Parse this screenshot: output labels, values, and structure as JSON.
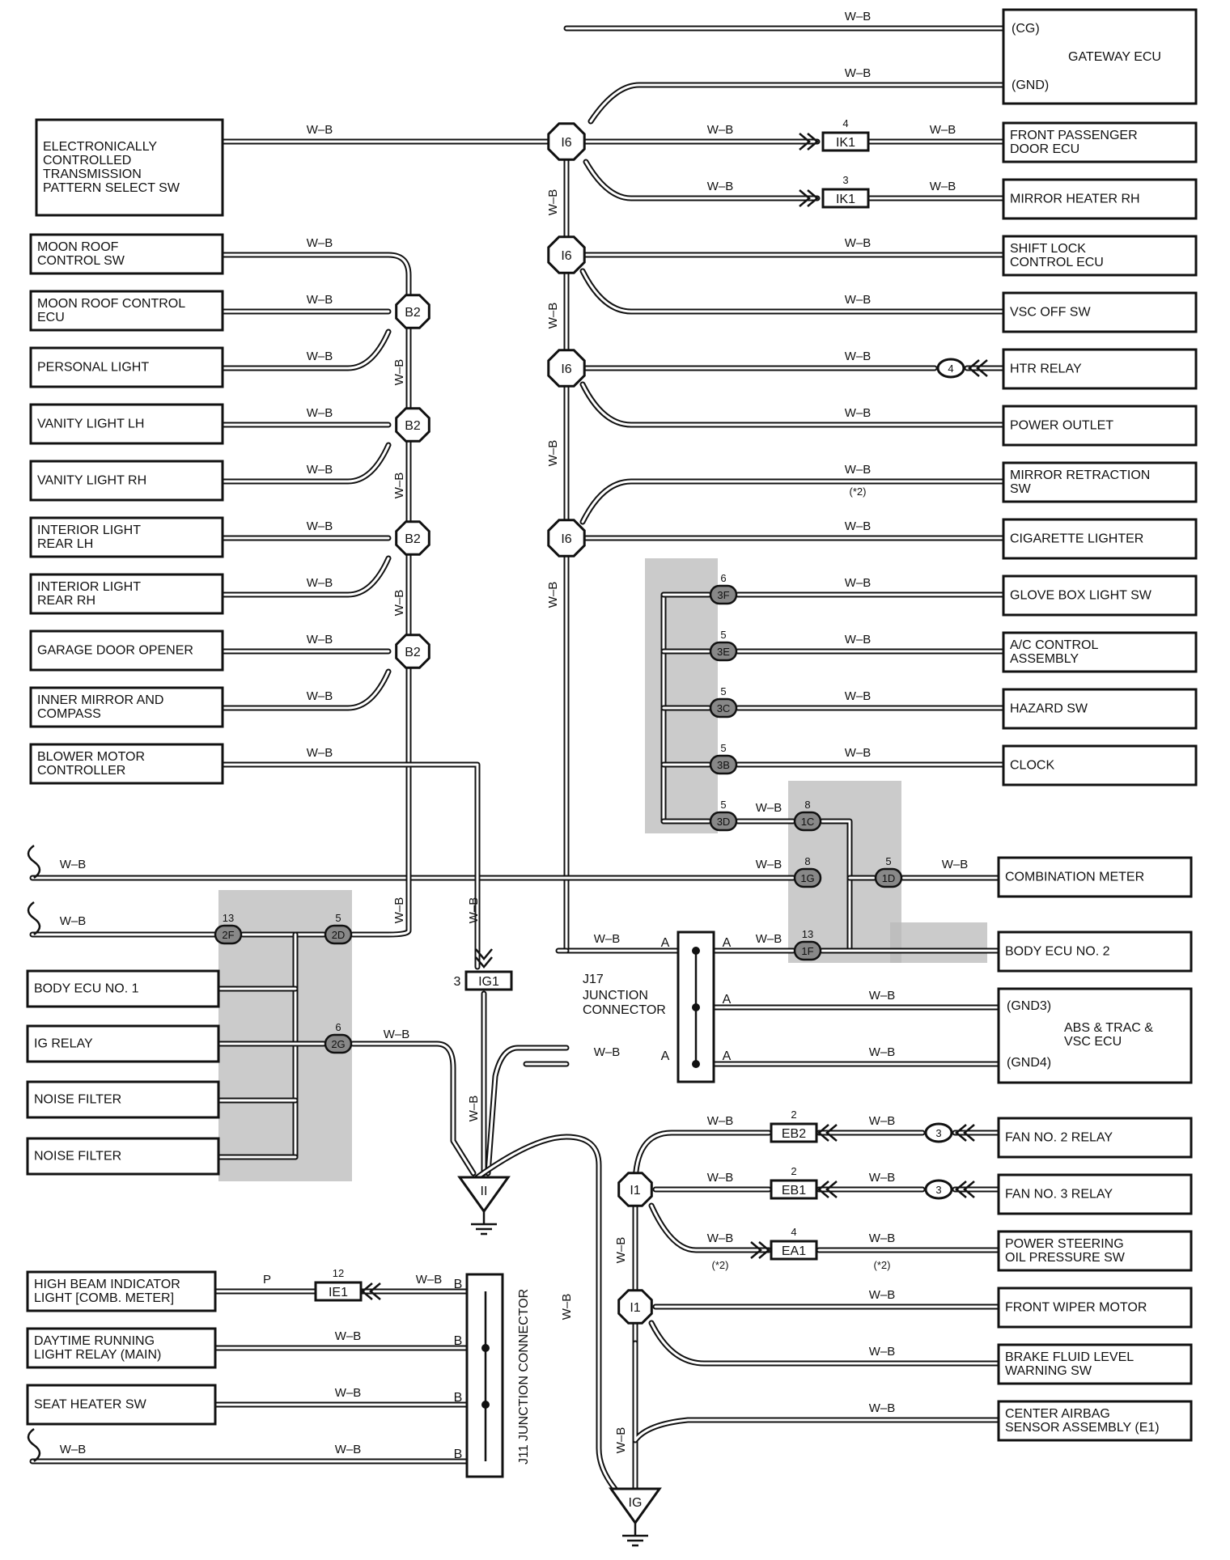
{
  "wire_code": "W–B",
  "p_code": "P",
  "note": "(*2)",
  "splice": {
    "i6": "I6",
    "b2": "B2",
    "i1": "I1"
  },
  "ground": {
    "II": "II",
    "IG": "IG"
  },
  "left_components": {
    "ectps": [
      "ELECTRONICALLY",
      "CONTROLLED",
      "TRANSMISSION",
      "PATTERN SELECT SW"
    ],
    "moon_sw": [
      "MOON ROOF",
      "CONTROL SW"
    ],
    "moon_ecu": [
      "MOON ROOF CONTROL",
      "ECU"
    ],
    "personal": [
      "PERSONAL LIGHT"
    ],
    "vanity_lh": [
      "VANITY LIGHT LH"
    ],
    "vanity_rh": [
      "VANITY LIGHT RH"
    ],
    "int_lh": [
      "INTERIOR LIGHT",
      "REAR LH"
    ],
    "int_rh": [
      "INTERIOR LIGHT",
      "REAR RH"
    ],
    "garage": [
      "GARAGE DOOR OPENER"
    ],
    "mirror": [
      "INNER MIRROR AND",
      "COMPASS"
    ],
    "blower": [
      "BLOWER MOTOR",
      "CONTROLLER"
    ],
    "body1": [
      "BODY ECU NO. 1"
    ],
    "ig": [
      "IG RELAY"
    ],
    "nf1": [
      "NOISE FILTER"
    ],
    "nf2": [
      "NOISE FILTER"
    ],
    "hb": [
      "HIGH BEAM INDICATOR",
      "LIGHT [COMB. METER]"
    ],
    "drl": [
      "DAYTIME RUNNING",
      "LIGHT RELAY (MAIN)"
    ],
    "seat": [
      "SEAT HEATER SW"
    ]
  },
  "right_components": {
    "gateway": {
      "name": "GATEWAY ECU",
      "cg": "(CG)",
      "gnd": "(GND)"
    },
    "fpd": [
      "FRONT PASSENGER",
      "DOOR ECU"
    ],
    "mhrh": [
      "MIRROR HEATER RH"
    ],
    "shift": [
      "SHIFT LOCK",
      "CONTROL ECU"
    ],
    "vsc": [
      "VSC OFF SW"
    ],
    "htr": [
      "HTR RELAY"
    ],
    "pow": [
      "POWER OUTLET"
    ],
    "mret": [
      "MIRROR RETRACTION",
      "SW"
    ],
    "cig": [
      "CIGARETTE LIGHTER"
    ],
    "glove": [
      "GLOVE BOX LIGHT SW"
    ],
    "ac": [
      "A/C CONTROL",
      "ASSEMBLY"
    ],
    "haz": [
      "HAZARD SW"
    ],
    "clock": [
      "CLOCK"
    ],
    "comb": [
      "COMBINATION METER"
    ],
    "body2": [
      "BODY ECU NO. 2"
    ],
    "abs": {
      "name": [
        "ABS & TRAC &",
        "VSC ECU"
      ],
      "gnd3": "(GND3)",
      "gnd4": "(GND4)"
    },
    "fan2": [
      "FAN NO. 2 RELAY"
    ],
    "fan3": [
      "FAN NO. 3 RELAY"
    ],
    "ps": [
      "POWER STEERING",
      "OIL PRESSURE SW"
    ],
    "wiper": [
      "FRONT WIPER MOTOR"
    ],
    "brake": [
      "BRAKE FLUID LEVEL",
      "WARNING SW"
    ],
    "airbag": [
      "CENTER AIRBAG",
      "SENSOR ASSEMBLY (E1)"
    ]
  },
  "connectors": {
    "ik1_a": {
      "id": "IK1",
      "pin": "4"
    },
    "ik1_b": {
      "id": "IK1",
      "pin": "3"
    },
    "htr_pin": "4",
    "c3f": {
      "id": "3F",
      "pin": "6"
    },
    "c3e": {
      "id": "3E",
      "pin": "5"
    },
    "c3c": {
      "id": "3C",
      "pin": "5"
    },
    "c3b": {
      "id": "3B",
      "pin": "5"
    },
    "c3d": {
      "id": "3D",
      "pin": "5"
    },
    "c1c": {
      "id": "1C",
      "pin": "8"
    },
    "c1g": {
      "id": "1G",
      "pin": "8"
    },
    "c1d": {
      "id": "1D",
      "pin": "5"
    },
    "c1f": {
      "id": "1F",
      "pin": "13"
    },
    "c2f": {
      "id": "2F",
      "pin": "13"
    },
    "c2d": {
      "id": "2D",
      "pin": "5"
    },
    "c2g": {
      "id": "2G",
      "pin": "6"
    },
    "ig1": {
      "id": "IG1",
      "pin": "3"
    },
    "eb2": {
      "id": "EB2",
      "pin": "2"
    },
    "eb1": {
      "id": "EB1",
      "pin": "2"
    },
    "ea1": {
      "id": "EA1",
      "pin": "4"
    },
    "ie1": {
      "id": "IE1",
      "pin": "12"
    },
    "fan_pin": "3"
  },
  "j17": {
    "id": "J17",
    "name": [
      "JUNCTION",
      "CONNECTOR"
    ],
    "pin": "A"
  },
  "j11": {
    "id": "J11",
    "name": "JUNCTION CONNECTOR",
    "pin": "B"
  }
}
